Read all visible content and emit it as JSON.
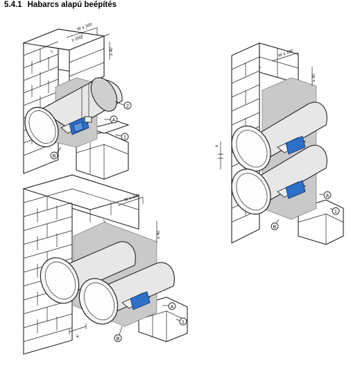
{
  "heading": {
    "number": "5.4.1",
    "title": "Habarcs alapú beépítés"
  },
  "labels": {
    "dim_w_min": "W ≥ 100",
    "dim_w_min_alt": "W ≥ 100",
    "dim_s_min": "≥ 200",
    "dim_depth": "≥ 40",
    "dim_l": "L",
    "dim_a": "a",
    "callout_1": "1",
    "callout_2": "2",
    "callout_a": "A",
    "callout_b": "B"
  }
}
